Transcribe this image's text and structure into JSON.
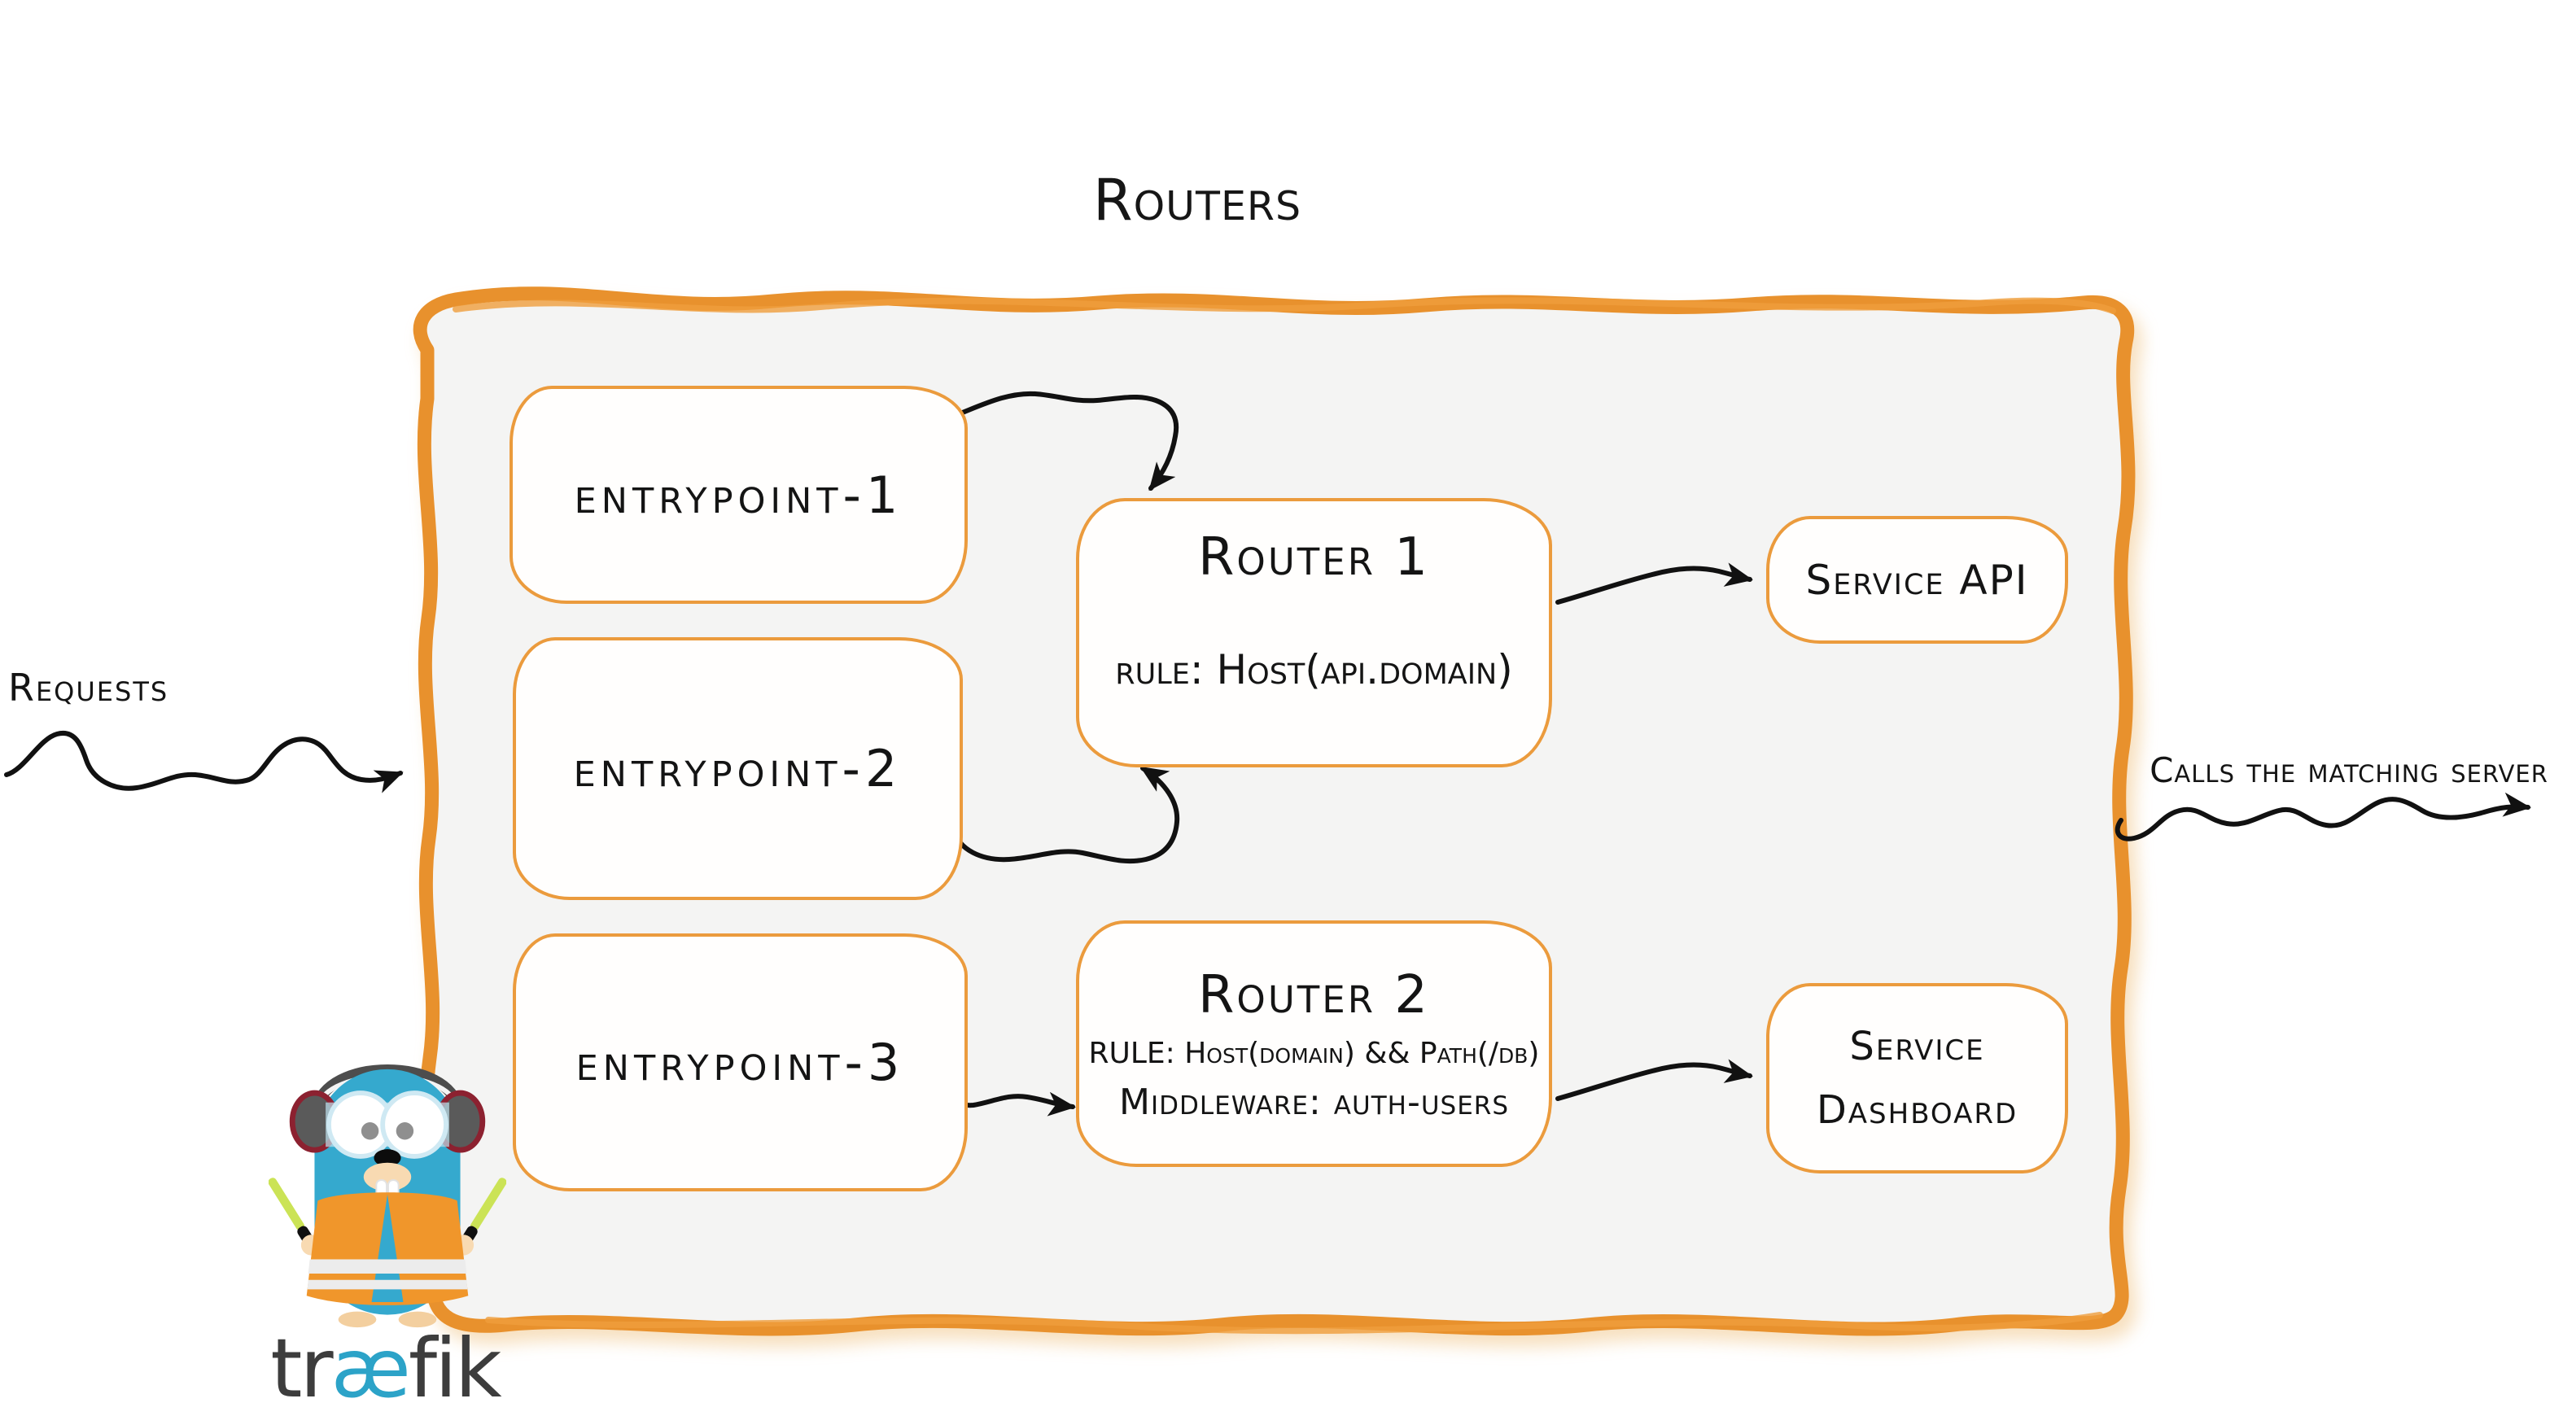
{
  "title": "Routers",
  "labels": {
    "requests": "Requests",
    "calls": "Calls the matching server"
  },
  "entrypoints": [
    {
      "label": "entrypoint-1"
    },
    {
      "label": "entrypoint-2"
    },
    {
      "label": "entrypoint-3"
    }
  ],
  "routers": [
    {
      "name": "Router 1",
      "lines": [
        "rule: Host(api.domain)"
      ]
    },
    {
      "name": "Router 2",
      "lines": [
        "RULE: Host(domain) && Path(/db)",
        "Middleware: auth-users"
      ]
    }
  ],
  "services": [
    {
      "lines": [
        "Service API"
      ]
    },
    {
      "lines": [
        "Service",
        "Dashboard"
      ]
    }
  ],
  "logo": {
    "part1": "tr",
    "part2": "æ",
    "part3": "fik"
  },
  "colors": {
    "container_border": "#e8912d",
    "node_border": "#eb9b3d",
    "container_fill": "#f4f4f3",
    "ink": "#141414",
    "traefik_blue": "#35a9ce",
    "vest_orange": "#f0962b",
    "wand_green": "#cbe356",
    "wordmark_gray": "#3d3d3d"
  }
}
